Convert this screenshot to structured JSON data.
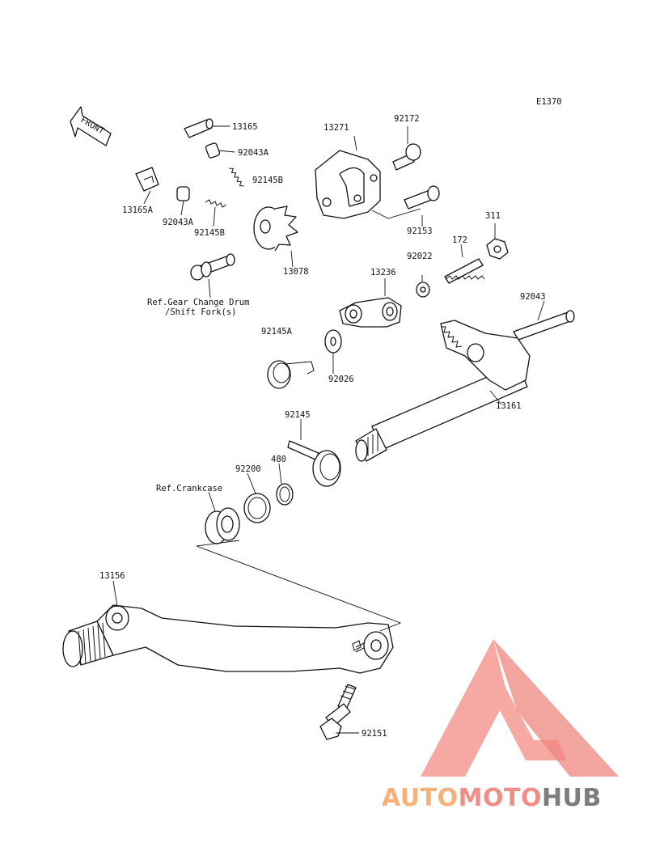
{
  "diagram": {
    "code": "E1370",
    "front_label": "FRONT",
    "parts": [
      {
        "id": "13165",
        "label": "13165"
      },
      {
        "id": "92043A-1",
        "label": "92043A"
      },
      {
        "id": "92145B-1",
        "label": "92145B"
      },
      {
        "id": "13271",
        "label": "13271"
      },
      {
        "id": "92172",
        "label": "92172"
      },
      {
        "id": "13165A",
        "label": "13165A"
      },
      {
        "id": "92043A-2",
        "label": "92043A"
      },
      {
        "id": "92145B-2",
        "label": "92145B"
      },
      {
        "id": "92153",
        "label": "92153"
      },
      {
        "id": "311",
        "label": "311"
      },
      {
        "id": "172",
        "label": "172"
      },
      {
        "id": "13078",
        "label": "13078"
      },
      {
        "id": "92022",
        "label": "92022"
      },
      {
        "id": "13236",
        "label": "13236"
      },
      {
        "id": "92043",
        "label": "92043"
      },
      {
        "id": "92145A",
        "label": "92145A"
      },
      {
        "id": "92026",
        "label": "92026"
      },
      {
        "id": "13161",
        "label": "13161"
      },
      {
        "id": "92145",
        "label": "92145"
      },
      {
        "id": "92200",
        "label": "92200"
      },
      {
        "id": "480",
        "label": "480"
      },
      {
        "id": "13156",
        "label": "13156"
      },
      {
        "id": "92151",
        "label": "92151"
      }
    ],
    "references": [
      {
        "id": "ref-drum-1",
        "label": "Ref.Gear Change Drum"
      },
      {
        "id": "ref-drum-2",
        "label": "/Shift Fork(s)"
      },
      {
        "id": "ref-crankcase",
        "label": "Ref.Crankcase"
      }
    ]
  },
  "watermark": {
    "part1": "AUTO",
    "part2": "MOTO",
    "part3": "HUB",
    "color1": "#f6b27a",
    "color2": "#ef8e86",
    "color3": "#7d7d7d",
    "logo_color": "#f08c84"
  }
}
